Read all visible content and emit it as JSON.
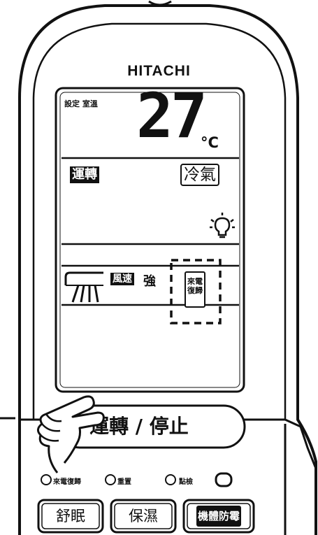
{
  "remote": {
    "brand": "HITACHI"
  },
  "display": {
    "set_label": "設定 室溫",
    "temperature": "27",
    "unit": "°C",
    "run_label": "運轉",
    "mode_label": "冷氣",
    "fan_label": "風速",
    "fan_level": "強",
    "restart_label": "來電\n復歸"
  },
  "power_button": {
    "label": "運轉 / 停止"
  },
  "indicators": [
    {
      "label": "來電復歸"
    },
    {
      "label": "重置"
    },
    {
      "label": "點檢"
    }
  ],
  "buttons": [
    {
      "label": "舒眠"
    },
    {
      "label": "保濕"
    },
    {
      "label": "機體防霉"
    }
  ]
}
